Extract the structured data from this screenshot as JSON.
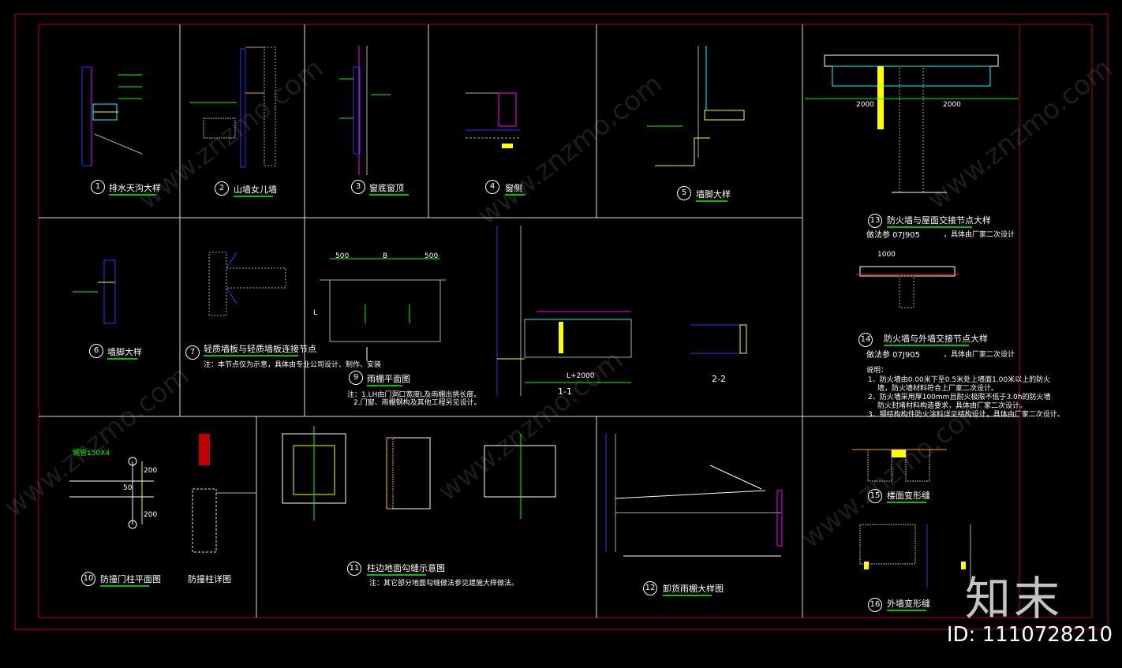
{
  "panels": [
    {
      "num": "1",
      "title": "排水天沟大样"
    },
    {
      "num": "2",
      "title": "山墙女儿墙"
    },
    {
      "num": "3",
      "title": "窗底窗顶"
    },
    {
      "num": "4",
      "title": "窗侧"
    },
    {
      "num": "5",
      "title": "墙脚大样"
    },
    {
      "num": "6",
      "title": "墙脚大样"
    },
    {
      "num": "7",
      "title": "轻质墙板与轻质墙板连接节点"
    },
    {
      "num": "9",
      "title": "雨棚平面图"
    },
    {
      "num": "10",
      "title": "防撞门柱平面图"
    },
    {
      "num": "11",
      "title": "柱边地面勾缝示意图"
    },
    {
      "num": "12",
      "title": "卸货雨棚大样图"
    },
    {
      "num": "13",
      "title": "防火墙与屋面交接节点大样"
    },
    {
      "num": "14",
      "title": "防火墙与外墙交接节点大样"
    },
    {
      "num": "15",
      "title": "楼面变形缝"
    },
    {
      "num": "16",
      "title": "外墙变形缝"
    }
  ],
  "extra_labels": {
    "fangzhuang_zhu": "防撞柱详图",
    "section_1_1": "1-1",
    "section_2_2": "2-2",
    "ref_13": "做法参 07J905",
    "ref_13_tail": "，具体由厂家二次设计",
    "ref_14": "做法参 07J905",
    "ref_14_tail": "，具体由厂家二次设计",
    "note_7": "注：本节点仅为示意，具体由专业公司设计、制作、安装",
    "note_9_1": "注：1.LH由门洞口宽度L及雨棚出挑长度。",
    "note_9_2": "2.门窗、雨棚钢构及其他工程另见设计。",
    "note_11": "注：其它部分地面勾缝做法参见建施大样做法。",
    "steel_10": "钢管150X4",
    "notes_title": "说明：",
    "notes_lines": [
      "1、防火墙由0.00米下至0.5米处上墙面1.00米以上的防火",
      "墙，防火墙材料符合上厂家二次设计。",
      "2、防火墙采用厚100mm且耐火极限不低于3.0h的防火墙",
      "防火封堵材料构造要求，具体由厂家二次设计。",
      "3、钢结构构件防火涂料详见结构设计，具体由厂家二次设计。"
    ]
  },
  "dims": {
    "d500a": "500",
    "dB": "B",
    "d500b": "500",
    "dL": "L",
    "dL2000": "L+2000",
    "d200a": "200",
    "d200b": "200",
    "d50": "50",
    "d2000a": "2000",
    "d2000b": "2000",
    "d1000": "1000"
  },
  "watermark": "www.znzmo.com",
  "brand": "知末",
  "id_text": "ID: 1110728210",
  "colors": {
    "frame": "#c00000",
    "grid": "#ffffff",
    "accent": "#00c000",
    "magenta": "#ff00ff",
    "cyan": "#00ffff",
    "yellow": "#ffff00",
    "blue": "#3030ff"
  }
}
